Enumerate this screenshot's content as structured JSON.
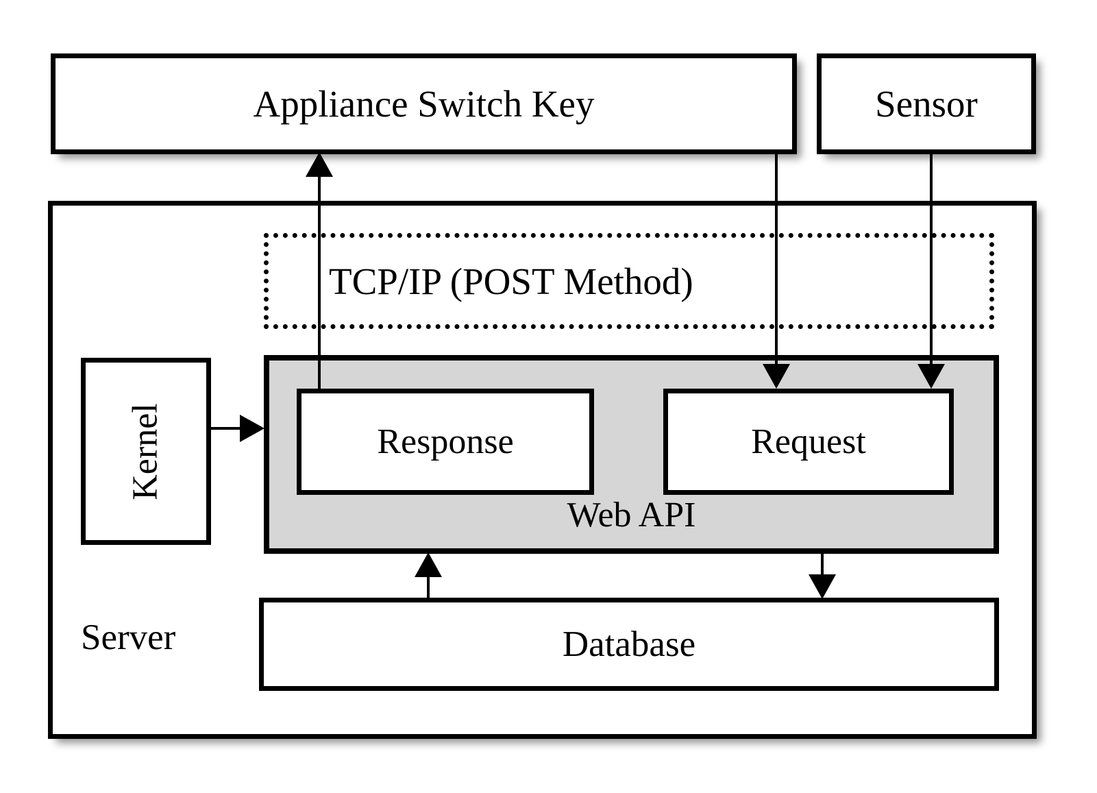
{
  "diagram": {
    "title": "Server Web API architecture",
    "colors": {
      "stroke": "#000000",
      "web_api_fill": "#d6d6d6",
      "background": "#ffffff"
    },
    "nodes": {
      "appliance_switch_key": "Appliance Switch Key",
      "sensor": "Sensor",
      "server": "Server",
      "tcp_ip": "TCP/IP (POST Method)",
      "web_api": "Web API",
      "response": "Response",
      "request": "Request",
      "kernel": "Kernel",
      "database": "Database"
    },
    "edges": [
      {
        "from": "response",
        "to": "appliance_switch_key",
        "direction": "up",
        "style": "solid"
      },
      {
        "from": "appliance_switch_key",
        "to": "request",
        "direction": "down",
        "style": "solid"
      },
      {
        "from": "sensor",
        "to": "request",
        "direction": "down",
        "style": "solid"
      },
      {
        "from": "kernel",
        "to": "web_api",
        "direction": "right",
        "style": "solid"
      },
      {
        "from": "database",
        "to": "web_api",
        "direction": "up",
        "style": "solid"
      },
      {
        "from": "web_api",
        "to": "database",
        "direction": "down",
        "style": "solid"
      }
    ]
  }
}
